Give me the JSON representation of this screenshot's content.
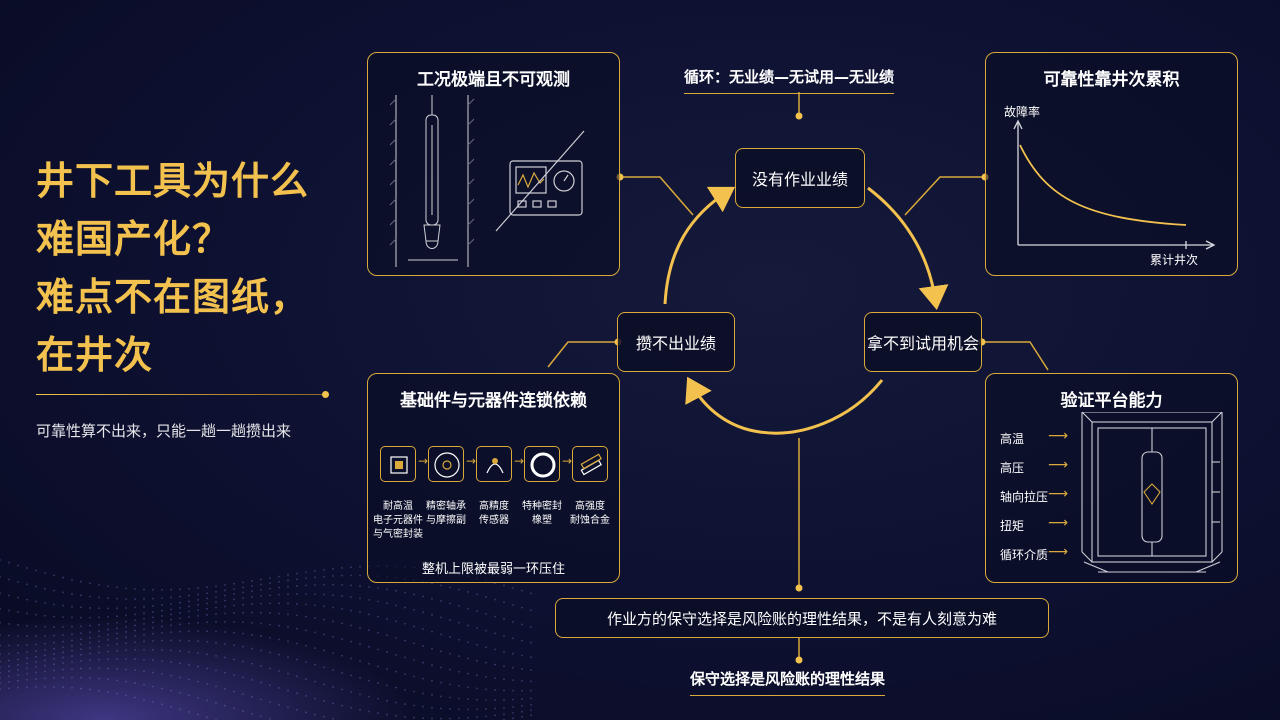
{
  "title_lines": [
    "井下工具为什么",
    "难国产化？",
    "难点不在图纸，",
    "在井次"
  ],
  "subtitle": "可靠性算不出来，只能一趟一趟攒出来",
  "top_note": "循环：无业绩—无试用—无业绩",
  "cycle": {
    "no_record": "没有作业业绩",
    "no_trial": "拿不到试用机会",
    "no_accumulate": "攒不出业绩"
  },
  "panel_extreme": {
    "title": "工况极端且不可观测"
  },
  "panel_reliability": {
    "title": "可靠性靠井次累积",
    "ylabel": "故障率",
    "xlabel": "累计井次"
  },
  "panel_components": {
    "title": "基础件与元器件连锁依赖",
    "items": [
      {
        "icon": "chip-icon",
        "lines": [
          "耐高温",
          "电子元器件",
          "与气密封装"
        ]
      },
      {
        "icon": "bearing-icon",
        "lines": [
          "精密轴承",
          "与摩擦副"
        ]
      },
      {
        "icon": "sensor-icon",
        "lines": [
          "高精度",
          "传感器"
        ]
      },
      {
        "icon": "seal-ring-icon",
        "lines": [
          "特种密封",
          "橡塑"
        ]
      },
      {
        "icon": "alloy-bars-icon",
        "lines": [
          "高强度",
          "耐蚀合金"
        ]
      }
    ],
    "footer": "整机上限被最弱一环压住"
  },
  "panel_platform": {
    "title": "验证平台能力",
    "items": [
      "高温",
      "高压",
      "轴向拉压",
      "扭矩",
      "循环介质"
    ]
  },
  "bottom_box": "作业方的保守选择是风险账的理性结果，不是有人刻意为难",
  "bottom_note": "保守选择是风险账的理性结果",
  "colors": {
    "accent": "#d9a93b",
    "title": "#f2c14e",
    "background": "#0d1030"
  }
}
